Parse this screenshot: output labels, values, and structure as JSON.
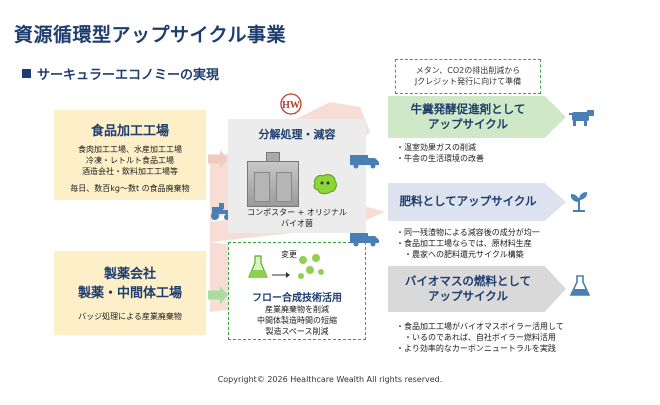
{
  "title": "資源循環型アップサイクル事業",
  "subtitle": "サーキュラーエコノミーの実現",
  "logo_text": "HW",
  "food": {
    "heading": "食品加工工場",
    "lines": [
      "食肉加工工場、水産加工工場",
      "冷凍・レトルト食品工場",
      "酒造会社・飲料加工工場等"
    ],
    "volume": "毎日、数百kg～数t の食品廃棄物"
  },
  "pharma": {
    "heading_line1": "製薬会社",
    "heading_line2": "製薬・中間体工場",
    "note": "バッジ処理による産業廃棄物"
  },
  "process_top": {
    "heading": "分解処理・減容",
    "caption_line1": "コンポスター + オリジナル",
    "caption_line2": "バイオ菌"
  },
  "process_bottom": {
    "change_label": "変更",
    "heading": "フロー合成技術活用",
    "lines": [
      "産業廃棄物を削減",
      "中間体製造時間の短縮",
      "製造スペース削減"
    ]
  },
  "note_box": {
    "line1": "メタン、CO2の排出削減から",
    "line2": "Jクレジット発行に向けて準備"
  },
  "outputs": [
    {
      "line1": "牛糞発酵促進剤として",
      "line2": "アップサイクル",
      "bullets": [
        "温室効果ガスの削減",
        "牛舎の生活環境の改善"
      ]
    },
    {
      "line1": "肥料としてアップサイクル",
      "line2": "",
      "bullets": [
        "同一残渣物による減容後の成分が均一",
        "食品加工工場ならでは、原材料生産",
        "農家への肥料還元サイクル構築"
      ]
    },
    {
      "line1": "バイオマスの燃料として",
      "line2": "アップサイクル",
      "bullets": [
        "食品加工工場がバイオマスボイラー活用して",
        "いるのであれば、自社ボイラー燃料活用",
        "より効率的なカーボンニュートラルを実践"
      ]
    }
  ],
  "footer": "Copyright© 2026  Healthcare Wealth All rights reserved.",
  "colors": {
    "title": "#1e3d6e",
    "yellow_box": "#fdf0c9",
    "green_box": "#dff1d9",
    "arrow_green": "#a9dca0",
    "arrow_red": "#f2c9bf"
  },
  "icons": [
    "cow-icon",
    "plant-icon",
    "flask-icon",
    "truck-icon",
    "tractor-icon",
    "logo-icon",
    "machine-icon",
    "microbe-icon"
  ]
}
